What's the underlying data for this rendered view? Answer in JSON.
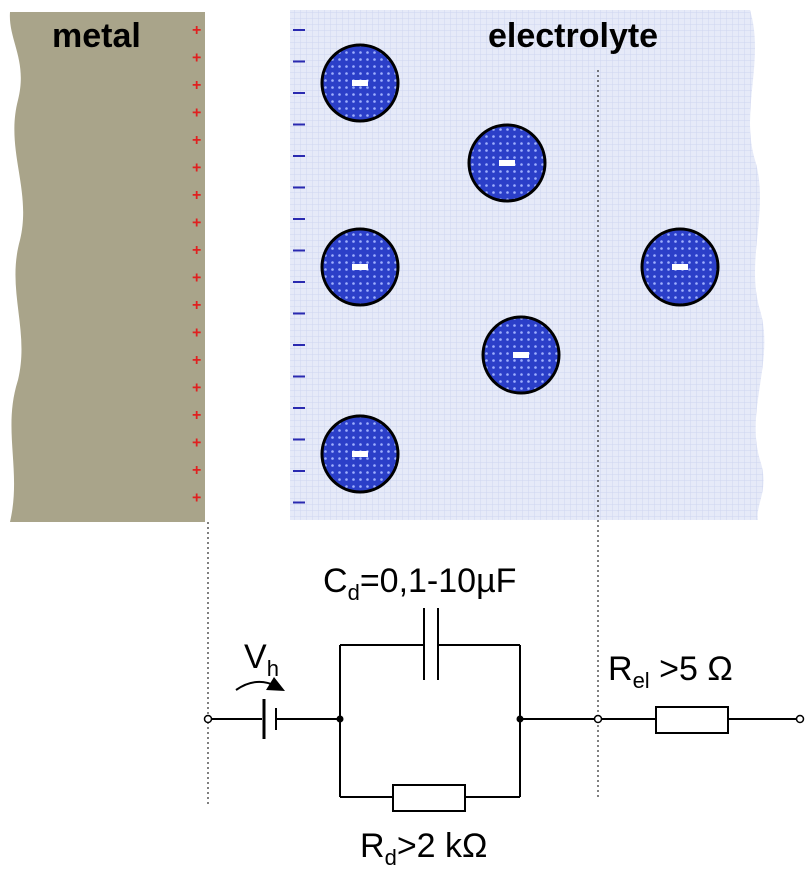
{
  "regions": {
    "metal_label": "metal",
    "electrolyte_label": "electrolyte"
  },
  "charges": {
    "metal_sign": "+",
    "electrolyte_sign": "−",
    "ion_sign": "−"
  },
  "circuit": {
    "source": {
      "main": "V",
      "sub": "h"
    },
    "capacitor": {
      "main": "C",
      "sub": "d",
      "value": "=0,1-10µF"
    },
    "resistor_d": {
      "main": "R",
      "sub": "d",
      "value": ">2 kΩ"
    },
    "resistor_el": {
      "main": "R",
      "sub": "el",
      "value": " >5 Ω"
    }
  },
  "colors": {
    "metal": "#a9a48a",
    "electrolyte": "#e6eaf8",
    "electrolyte_grid": "#c9d0ee",
    "ion": "#2b3fc8",
    "plus_sign": "#e02020",
    "minus_sign": "#2a2ab0",
    "wire": "#000000"
  }
}
